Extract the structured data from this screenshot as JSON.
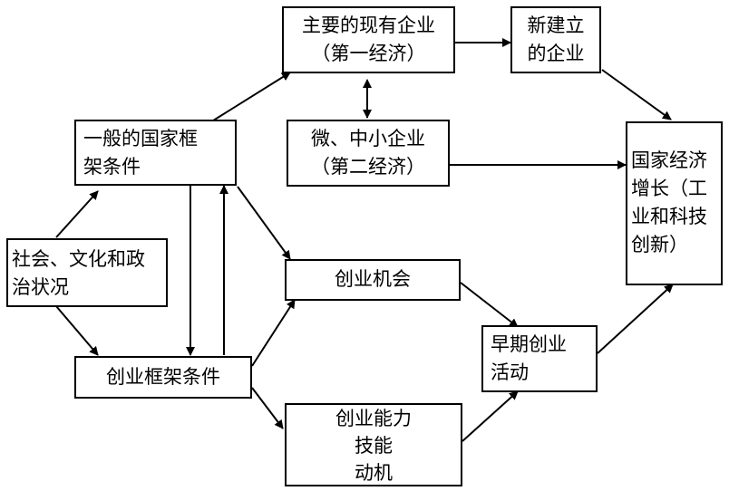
{
  "nodes": {
    "main_enterprises": {
      "lines": [
        "主要的现有企业",
        "（第一经济）"
      ]
    },
    "new_enterprises": {
      "lines": [
        "新建立",
        "的企业"
      ]
    },
    "small_enterprises": {
      "lines": [
        "微、中小企业",
        "（第二经济）"
      ]
    },
    "national_growth": {
      "lines": [
        "国家经济",
        "增长（工",
        "业和科技",
        "创新）"
      ]
    },
    "general_framework": {
      "lines": [
        "一般的国家框",
        "架条件"
      ]
    },
    "social_context": {
      "lines": [
        "社会、文化和政",
        "治状况"
      ]
    },
    "entrepreneurial_opportunity": {
      "lines": [
        "创业机会"
      ]
    },
    "early_entrepreneurship": {
      "lines": [
        "早期创业",
        "活动"
      ]
    },
    "entrepreneurial_framework": {
      "lines": [
        "创业框架条件"
      ]
    },
    "entrepreneurial_capacity": {
      "lines": [
        "创业能力",
        "技能",
        "动机"
      ]
    }
  }
}
